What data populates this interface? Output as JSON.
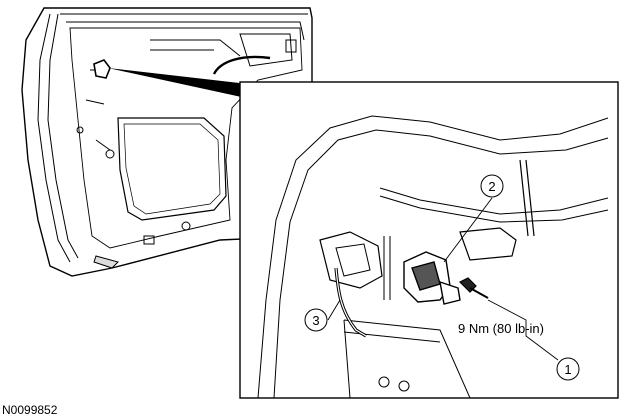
{
  "diagram": {
    "reference_code": "N0099852",
    "callouts": [
      {
        "number": "1"
      },
      {
        "number": "2"
      },
      {
        "number": "3"
      }
    ],
    "torque_spec": "9 Nm (80 lb-in)"
  }
}
